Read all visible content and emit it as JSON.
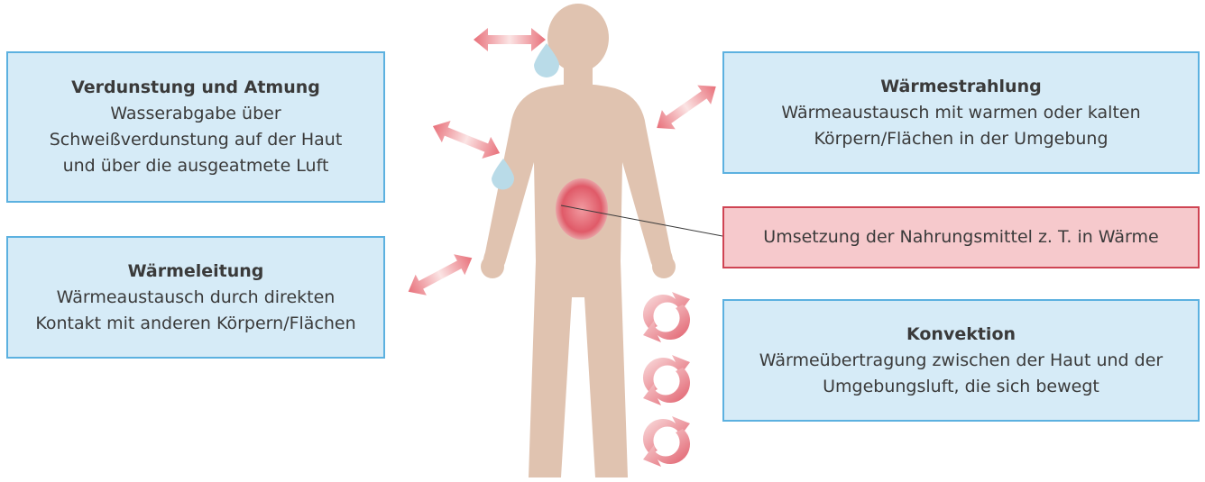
{
  "boxes": {
    "verdunstung": {
      "title": "Verdunstung und Atmung",
      "lines": [
        "Wasserabgabe über",
        "Schweißverdunstung auf der Haut",
        "und über die ausgeatmete Luft"
      ]
    },
    "leitung": {
      "title": "Wärmeleitung",
      "lines": [
        "Wärmeaustausch durch direkten",
        "Kontakt mit anderen Körpern/Flächen"
      ]
    },
    "strahlung": {
      "title": "Wärmestrahlung",
      "lines": [
        "Wärmeaustausch mit warmen oder kalten",
        "Körpern/Flächen in der Umgebung"
      ]
    },
    "umsetzung": {
      "text": "Umsetzung der Nahrungsmittel z. T. in Wärme"
    },
    "konvektion": {
      "title": "Konvektion",
      "lines": [
        "Wärmeübertragung zwischen der Haut und der",
        "Umgebungsluft, die sich bewegt"
      ]
    }
  },
  "colors": {
    "body_fill": "#e0c3b0",
    "box_blue_bg": "#d6ebf7",
    "box_blue_border": "#5cb1e0",
    "box_red_bg": "#f6c9cc",
    "box_red_border": "#cf4453",
    "arrow": "#e8707a",
    "droplet": "#b9dbe8"
  },
  "icons": [
    "human-figure",
    "double-arrow-icon",
    "water-droplet-icon",
    "stomach-heat-icon",
    "circular-arrows-icon"
  ]
}
